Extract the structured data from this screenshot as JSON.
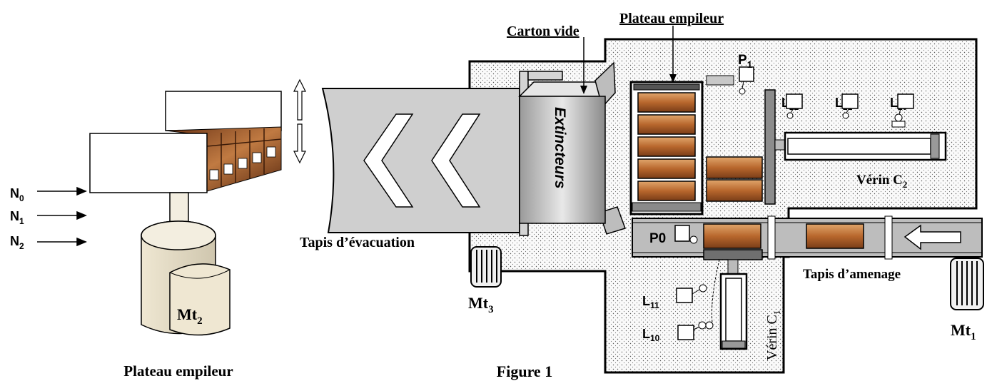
{
  "figure": {
    "caption": "Figure 1",
    "left_caption": "Plateau empileur"
  },
  "stacker_detail": {
    "levels": [
      {
        "label": "N",
        "sub": "0"
      },
      {
        "label": "N",
        "sub": "1"
      },
      {
        "label": "N",
        "sub": "2"
      }
    ],
    "motor": {
      "label": "Mt",
      "sub": "2"
    }
  },
  "machine": {
    "top_labels": {
      "empty_carton": "Carton vide",
      "stacker_tray": "Plateau empileur"
    },
    "carton_text": "Extincteurs",
    "evacuation_belt": "Tapis d’évacuation",
    "feed_belt": "Tapis d’amenage",
    "sensors": [
      {
        "label": "P",
        "sub": "1"
      },
      {
        "label": "P0",
        "sub": ""
      },
      {
        "label": "L",
        "sub": "22"
      },
      {
        "label": "L",
        "sub": "21"
      },
      {
        "label": "L",
        "sub": "20"
      },
      {
        "label": "L",
        "sub": "11"
      },
      {
        "label": "L",
        "sub": "10"
      }
    ],
    "cylinders": [
      {
        "label": "Vérin C",
        "sub": "2"
      },
      {
        "label": "Vérin C",
        "sub": "1"
      }
    ],
    "motors": [
      {
        "label": "Mt",
        "sub": "3"
      },
      {
        "label": "Mt",
        "sub": "1"
      }
    ]
  },
  "colors": {
    "dotted_fill": "#f2f2f2",
    "box_brown": "#8b4a22",
    "box_light": "#c98a56",
    "belt_gray": "#bdbdbd"
  }
}
